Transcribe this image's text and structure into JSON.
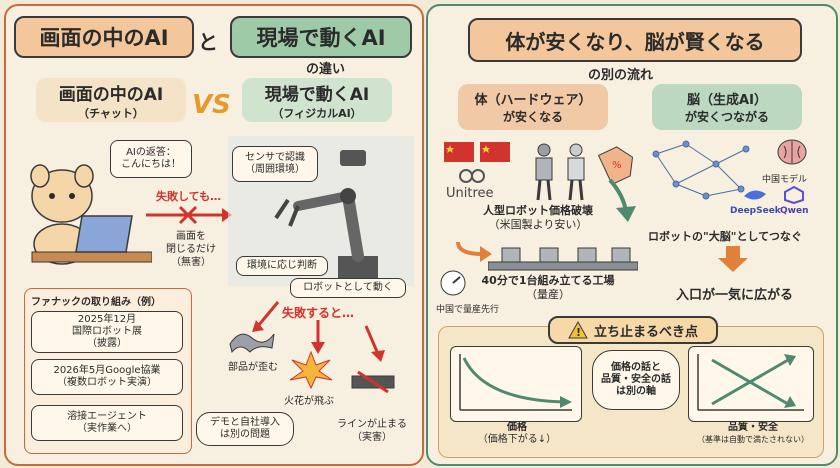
{
  "left": {
    "title_a": "画面の中のAI",
    "title_and": "と",
    "title_b": "現場で動くAI",
    "subtitle": "の違い",
    "vs": "VS",
    "col_a_head": "画面の中のAI",
    "col_a_sub": "（チャット）",
    "col_b_head": "現場で動くAI",
    "col_b_sub": "（フィジカルAI）",
    "chat_bubble_1": "AIの返答：",
    "chat_bubble_2": "こんにちは！",
    "fail_a": "失敗しても…",
    "fail_a_res_1": "画面を",
    "fail_a_res_2": "閉じるだけ",
    "fail_a_res_3": "（無害）",
    "sensor_1": "センサで認識",
    "sensor_2": "（周囲環境）",
    "judge": "環境に応じ判断",
    "robot_move": "ロボットとして動く",
    "fail_b": "失敗すると…",
    "harm_1": "部品が歪む",
    "harm_2": "火花が飛ぶ",
    "harm_3_1": "ラインが止まる",
    "harm_3_2": "（実害）",
    "fanuc_head": "ファナックの取り組み（例）",
    "fanuc_1_1": "2025年12月",
    "fanuc_1_2": "国際ロボット展",
    "fanuc_1_3": "（披露）",
    "fanuc_2_1": "2026年5月Google協業",
    "fanuc_2_2": "（複数ロボット実演）",
    "fanuc_3_1": "溶接エージェント",
    "fanuc_3_2": "（実作業へ）",
    "demo_1": "デモと自社導入",
    "demo_2": "は別の問題"
  },
  "right": {
    "title": "体が安くなり、脳が賢くなる",
    "subtitle": "の別の流れ",
    "body_head_1": "体（ハードウェア）",
    "body_head_2": "が安くなる",
    "brain_head_1": "脳（生成AI）",
    "brain_head_2": "が安くつながる",
    "unitree": "Unitree",
    "price_1": "人型ロボット価格破壊",
    "price_2": "（米国製より安い）",
    "china_model": "中国モデル",
    "deepseek": "DeepSeek",
    "qwen": "Qwen",
    "connect": "ロボットの\"大脳\"としてつなぐ",
    "factory_1": "40分で1台組み立てる工場",
    "factory_2": "（量産）",
    "china_first": "中国で量産先行",
    "entry": "入口が一気に広がる",
    "caution": "立ち止まるべき点",
    "axis_price_1": "価格",
    "axis_price_2": "（価格下がる↓）",
    "center_1": "価格の話と",
    "center_2": "品質・安全の話",
    "center_3": "は別の軸",
    "axis_quality_1": "品質・安全",
    "axis_quality_2": "（基準は自動で満たされない）"
  }
}
